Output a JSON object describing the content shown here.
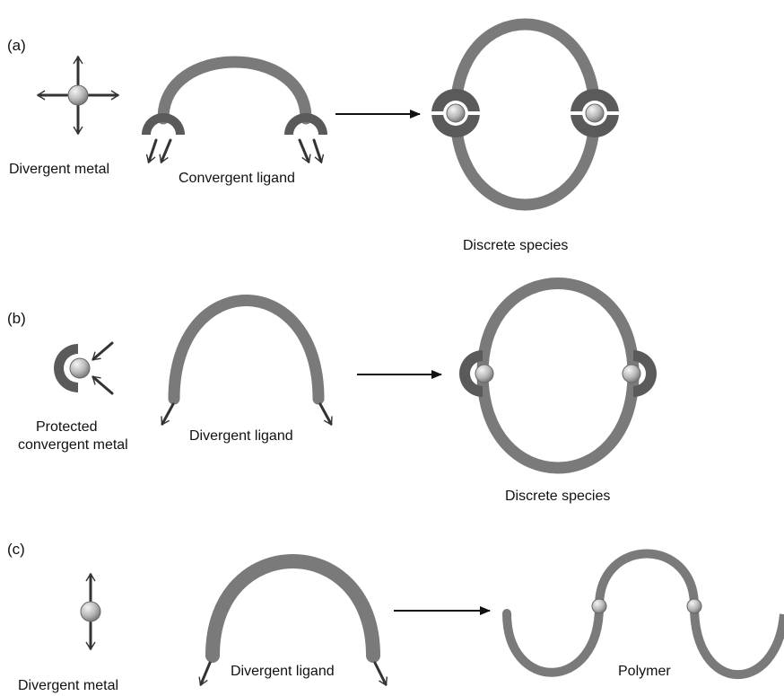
{
  "panels": {
    "a": {
      "label": "(a)",
      "metal_label": "Divergent metal",
      "ligand_label": "Convergent ligand",
      "product_label": "Discrete species"
    },
    "b": {
      "label": "(b)",
      "metal_label_line1": "Protected",
      "metal_label_line2": "convergent metal",
      "ligand_label": "Divergent ligand",
      "product_label": "Discrete species"
    },
    "c": {
      "label": "(c)",
      "metal_label": "Divergent metal",
      "ligand_label": "Divergent ligand",
      "product_label": "Polymer"
    }
  },
  "colors": {
    "ligand": "#7a7a7a",
    "cap": "#5a5a5a",
    "metal": "#c8c8c8",
    "arrow": "#111111"
  }
}
